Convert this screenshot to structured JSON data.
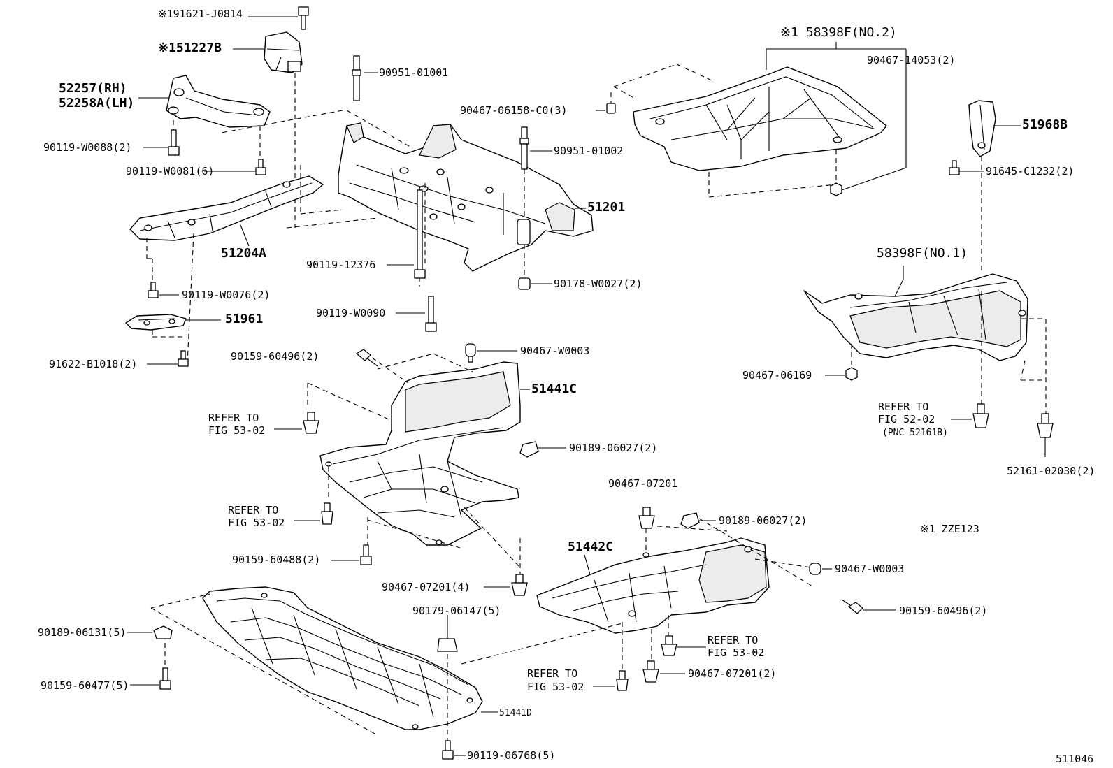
{
  "labels": {
    "p_191621": "※191621-J0814",
    "p_151227": "※151227B",
    "p_52257": "52257(RH)",
    "p_52258": "52258A(LH)",
    "p_90951_01001": "90951-01001",
    "p_90119_w0088": "90119-W0088(2)",
    "p_90119_w0081": "90119-W0081(6)",
    "p_51204a": "51204A",
    "p_90119_w0076": "90119-W0076(2)",
    "p_51961": "51961",
    "p_91622": "91622-B1018(2)",
    "p_90467_06158": "90467-06158-C0(3)",
    "p_90951_01002": "90951-01002",
    "p_51201": "51201",
    "p_90119_12376": "90119-12376",
    "p_90178": "90178-W0027(2)",
    "p_90119_w0090": "90119-W0090",
    "p_58398f_no2": "※1 58398F(NO.2)",
    "p_90467_14053": "90467-14053(2)",
    "p_51968b": "51968B",
    "p_91645": "91645-C1232(2)",
    "p_58398f_no1": "58398F(NO.1)",
    "p_90467_06169": "90467-06169",
    "refer_52_02_a": "REFER TO",
    "refer_52_02_b": "FIG 52-02",
    "refer_52_02_c": "(PNC 52161B)",
    "p_52161": "52161-02030(2)",
    "p_90159_60496_a": "90159-60496(2)",
    "p_90467_w0003_a": "90467-W0003",
    "p_51441c": "51441C",
    "refer_53_02_1a": "REFER TO",
    "refer_53_02_1b": "FIG 53-02",
    "p_90189_06027_a": "90189-06027(2)",
    "refer_53_02_2a": "REFER TO",
    "refer_53_02_2b": "FIG 53-02",
    "p_90159_60488": "90159-60488(2)",
    "p_90467_07201_4": "90467-07201(4)",
    "p_90467_07201_top": "90467-07201",
    "p_90189_06027_b": "90189-06027(2)",
    "zze123": "※1 ZZE123",
    "p_51442c": "51442C",
    "p_90467_w0003_b": "90467-W0003",
    "p_90159_60496_b": "90159-60496(2)",
    "refer_53_02_3a": "REFER TO",
    "refer_53_02_3b": "FIG 53-02",
    "refer_53_02_4a": "REFER TO",
    "refer_53_02_4b": "FIG 53-02",
    "p_90467_07201_2": "90467-07201(2)",
    "p_90179": "90179-06147(5)",
    "p_90189_06131": "90189-06131(5)",
    "p_90159_60477": "90159-60477(5)",
    "p_51441d": "51441D",
    "p_90119_06768": "90119-06768(5)",
    "fig_number": "511046"
  }
}
